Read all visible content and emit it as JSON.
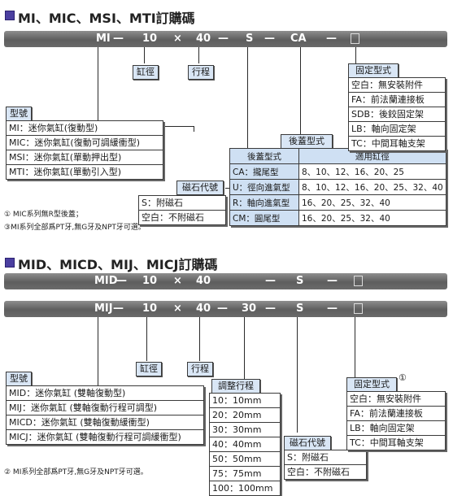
{
  "section1": {
    "title": "MI、MIC、MSI、MTI訂購碼",
    "code_parts": [
      "MI",
      "—",
      "10",
      "×",
      "40",
      "—",
      "S",
      "—",
      "CA",
      "—"
    ],
    "bore_label": "缸徑",
    "stroke_label": "行程",
    "type_box": {
      "title": "型號",
      "items": [
        "MI：迷你氣缸(復動型)",
        "MIC：迷你氣缸(復動可調緩衝型)",
        "MSI：迷你氣缸(單動押出型)",
        "MTI：迷你氣缸(單動引入型)"
      ]
    },
    "magnet_box": {
      "title": "磁石代號",
      "items": [
        "S：附磁石",
        "空白：不附磁石"
      ]
    },
    "rear_cover_title": "後蓋型式",
    "rear_cover_table": {
      "headers": [
        "後蓋型式",
        "適用缸徑"
      ],
      "rows": [
        [
          "CA：攏尾型",
          "8、10、12、16、20、25"
        ],
        [
          "U：徑向進氣型",
          "8、10、12、16、20、25、32、40"
        ],
        [
          "R：軸向進氣型",
          "16、20、25、32、40"
        ],
        [
          "CM：圓尾型",
          "16、20、25、32、40"
        ]
      ]
    },
    "mount_box": {
      "title": "固定型式",
      "items": [
        "空白：無安裝附件",
        "FA：前法蘭連接板",
        "SDB：後鉸固定架",
        "LB：軸向固定架",
        "TC：中間耳軸支架"
      ]
    },
    "notes": [
      "① MIC系列無R型後蓋；",
      "③MI系列全部爲PT牙,無G牙及NPT牙可選。"
    ]
  },
  "section2": {
    "title": "MID、MICD、MIJ、MICJ訂購碼",
    "code_parts_1": [
      "MID",
      "—",
      "10",
      "×",
      "40",
      "—",
      "S",
      "—"
    ],
    "code_parts_2": [
      "MIJ",
      "—",
      "10",
      "×",
      "40",
      "—",
      "30",
      "—",
      "S",
      "—"
    ],
    "bore_label": "缸徑",
    "stroke_label": "行程",
    "type_box": {
      "title": "型號",
      "items": [
        "MID：迷你氣缸 (雙軸復動型)",
        "MIJ：迷你氣缸 (雙軸復動行程可調型)",
        "MICD：迷你氣缸 (雙軸復動緩衝型)",
        "MICJ：迷你氣缸 (雙軸復動行程可調緩衝型)"
      ]
    },
    "adjust_box": {
      "title": "調整行程",
      "items": [
        "10：10mm",
        "20：20mm",
        "30：30mm",
        "40：40mm",
        "50：50mm",
        "75：75mm",
        "100：100mm"
      ]
    },
    "magnet_box": {
      "title": "磁石代號",
      "items": [
        "S：附磁石",
        "空白：不附磁石"
      ]
    },
    "mount_box": {
      "title": "固定型式",
      "mark": "①",
      "items": [
        "空白：無安裝附件",
        "FA：前法蘭連接板",
        "LB：軸向固定架",
        "TC：中間耳軸支架"
      ]
    },
    "notes": [
      "② MI系列全部爲PT牙,無G牙及NPT牙可選。"
    ]
  }
}
